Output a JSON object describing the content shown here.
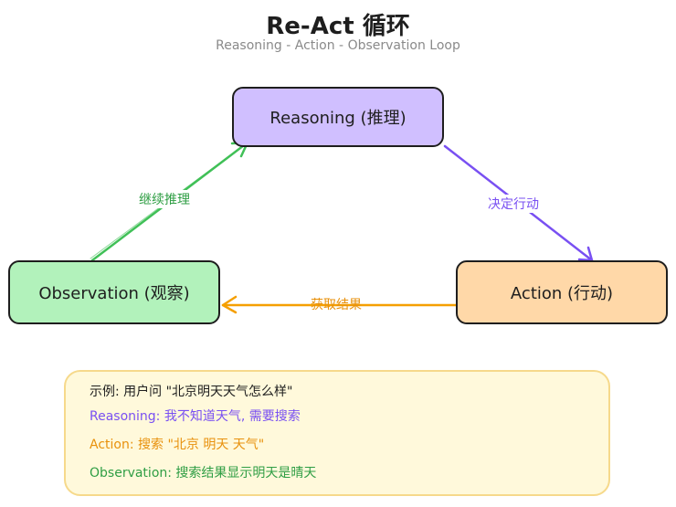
{
  "header": {
    "title": "Re-Act 循环",
    "subtitle": "Reasoning - Action - Observation Loop"
  },
  "nodes": {
    "reasoning": "Reasoning (推理)",
    "action": "Action (行动)",
    "observation": "Observation (观察)"
  },
  "edges": {
    "continue_reasoning": "继续推理",
    "decide_action": "决定行动",
    "get_result": "获取结果"
  },
  "example": {
    "intro": "示例: 用户问 \"北京明天天气怎么样\"",
    "reasoning": "Reasoning: 我不知道天气, 需要搜索",
    "action": "Action: 搜索 \"北京 明天 天气\"",
    "observation": "Observation: 搜索结果显示明天是晴天"
  },
  "colors": {
    "reasoning_fill": "#d0bfff",
    "action_fill": "#ffd8a8",
    "observation_fill": "#b2f2bb",
    "green": "#2f9e44",
    "purple": "#7950f2",
    "orange": "#e8910c",
    "example_fill": "#fff9db"
  }
}
